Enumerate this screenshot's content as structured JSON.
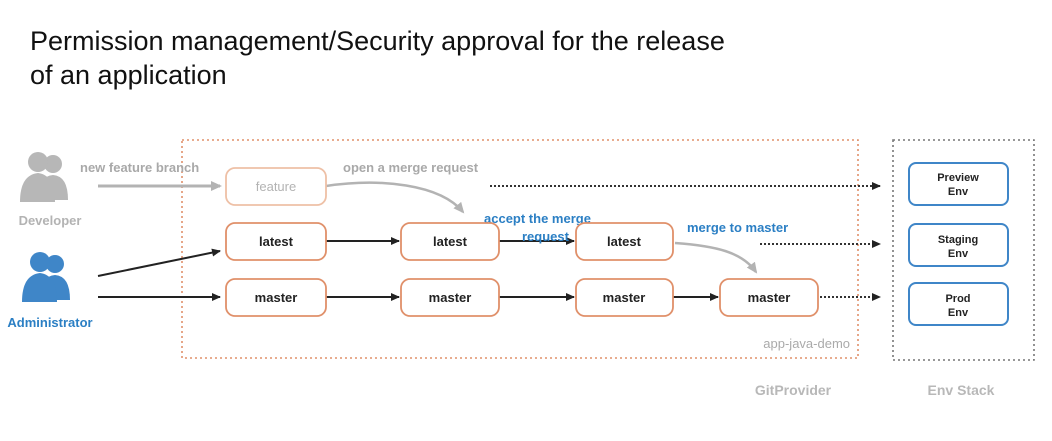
{
  "title": {
    "line1": "Permission management/Security approval for the release",
    "line2": "of an application"
  },
  "actors": {
    "developer": "Developer",
    "administrator": "Administrator"
  },
  "labels": {
    "new_feature_branch": "new feature branch",
    "open_merge_request": "open a merge request",
    "accept_merge_request_line1": "accept the merge",
    "accept_merge_request_line2": "request",
    "merge_to_master": "merge to master"
  },
  "branches": {
    "feature": "feature",
    "latest": "latest",
    "master": "master"
  },
  "containers": {
    "repo": "app-java-demo",
    "git_provider": "GitProvider",
    "env_stack": "Env Stack"
  },
  "environments": {
    "preview": [
      "Preview",
      "Env"
    ],
    "staging": [
      "Staging",
      "Env"
    ],
    "prod": [
      "Prod",
      "Env"
    ]
  },
  "colors": {
    "orange": "#e0906a",
    "blue": "#3f86c8",
    "accent_blue": "#2b7fc4",
    "gray": "#a9a9a9",
    "dark": "#222222",
    "env_border": "#7d7d7d"
  }
}
